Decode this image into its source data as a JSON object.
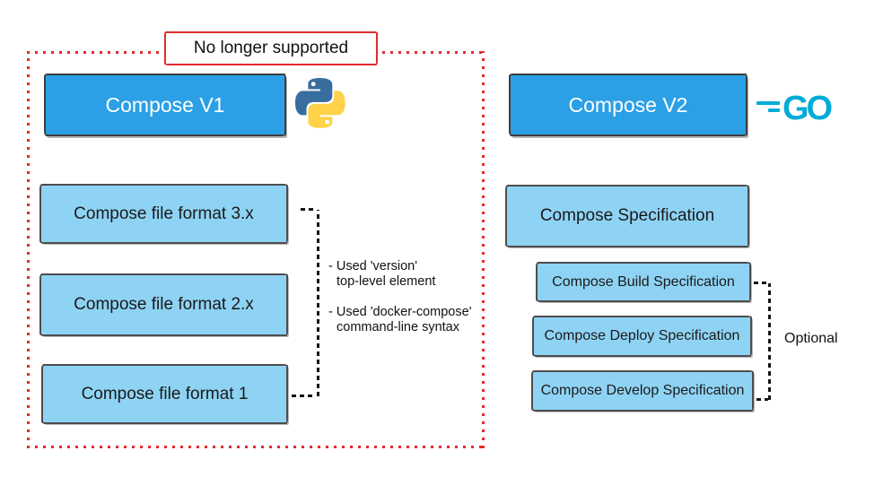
{
  "banner": {
    "label": "No longer supported"
  },
  "left_column": {
    "header": {
      "label": "Compose V1",
      "icon": "python-icon"
    },
    "boxes": [
      "Compose file format 3.x",
      "Compose file format 2.x",
      "Compose file format 1"
    ],
    "notes": [
      {
        "line1": "- Used 'version'",
        "line2": "top-level element"
      },
      {
        "line1": "- Used 'docker-compose'",
        "line2": "command-line syntax"
      }
    ]
  },
  "right_column": {
    "header": {
      "label": "Compose V2",
      "icon": "go-icon",
      "logo_text": "GO"
    },
    "spec_box": "Compose Specification",
    "sub_boxes": [
      "Compose Build Specification",
      "Compose Deploy Specification",
      "Compose Develop Specification"
    ],
    "bracket_label": "Optional"
  },
  "colors": {
    "header_blue": "#2ba0e6",
    "light_blue": "#8fd3f4",
    "red": "#e22b2e",
    "go_cyan": "#00acd7",
    "python_blue": "#386e9d",
    "python_yellow": "#ffd24a"
  }
}
